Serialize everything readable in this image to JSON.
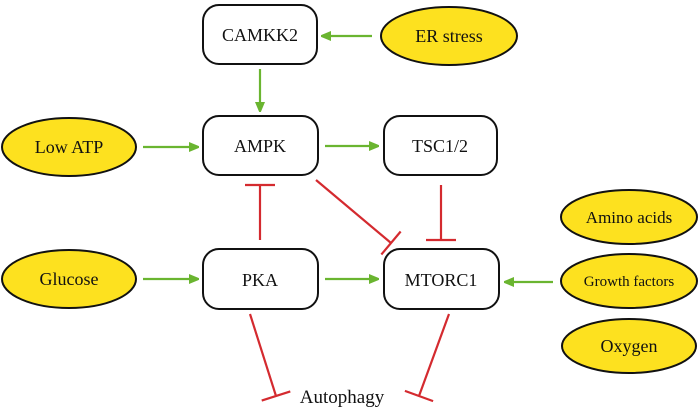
{
  "diagram": {
    "colors": {
      "activation": "#6ab530",
      "inhibition": "#d42a2f",
      "oval_fill": "#fde11f",
      "box_stroke": "#111111"
    },
    "nodes": {
      "camkk2": {
        "label": "CAMKK2",
        "shape": "box"
      },
      "er_stress": {
        "label": "ER stress",
        "shape": "oval"
      },
      "low_atp": {
        "label": "Low ATP",
        "shape": "oval"
      },
      "ampk": {
        "label": "AMPK",
        "shape": "box"
      },
      "tsc12": {
        "label": "TSC1/2",
        "shape": "box"
      },
      "glucose": {
        "label": "Glucose",
        "shape": "oval"
      },
      "pka": {
        "label": "PKA",
        "shape": "box"
      },
      "mtorc1": {
        "label": "MTORC1",
        "shape": "box"
      },
      "amino_acids": {
        "label": "Amino acids",
        "shape": "oval"
      },
      "growth_factors": {
        "label": "Growth factors",
        "shape": "oval"
      },
      "oxygen": {
        "label": "Oxygen",
        "shape": "oval"
      },
      "autophagy": {
        "label": "Autophagy",
        "shape": "text"
      }
    },
    "edges": [
      {
        "from": "er_stress",
        "to": "camkk2",
        "type": "activation"
      },
      {
        "from": "camkk2",
        "to": "ampk",
        "type": "activation"
      },
      {
        "from": "low_atp",
        "to": "ampk",
        "type": "activation"
      },
      {
        "from": "ampk",
        "to": "tsc12",
        "type": "activation"
      },
      {
        "from": "ampk",
        "to": "mtorc1",
        "type": "inhibition"
      },
      {
        "from": "tsc12",
        "to": "mtorc1",
        "type": "inhibition"
      },
      {
        "from": "pka",
        "to": "ampk",
        "type": "inhibition"
      },
      {
        "from": "glucose",
        "to": "pka",
        "type": "activation"
      },
      {
        "from": "pka",
        "to": "mtorc1",
        "type": "activation"
      },
      {
        "from": "growth_factors",
        "to": "mtorc1",
        "type": "activation"
      },
      {
        "from": "pka",
        "to": "autophagy",
        "type": "inhibition"
      },
      {
        "from": "mtorc1",
        "to": "autophagy",
        "type": "inhibition"
      }
    ]
  }
}
